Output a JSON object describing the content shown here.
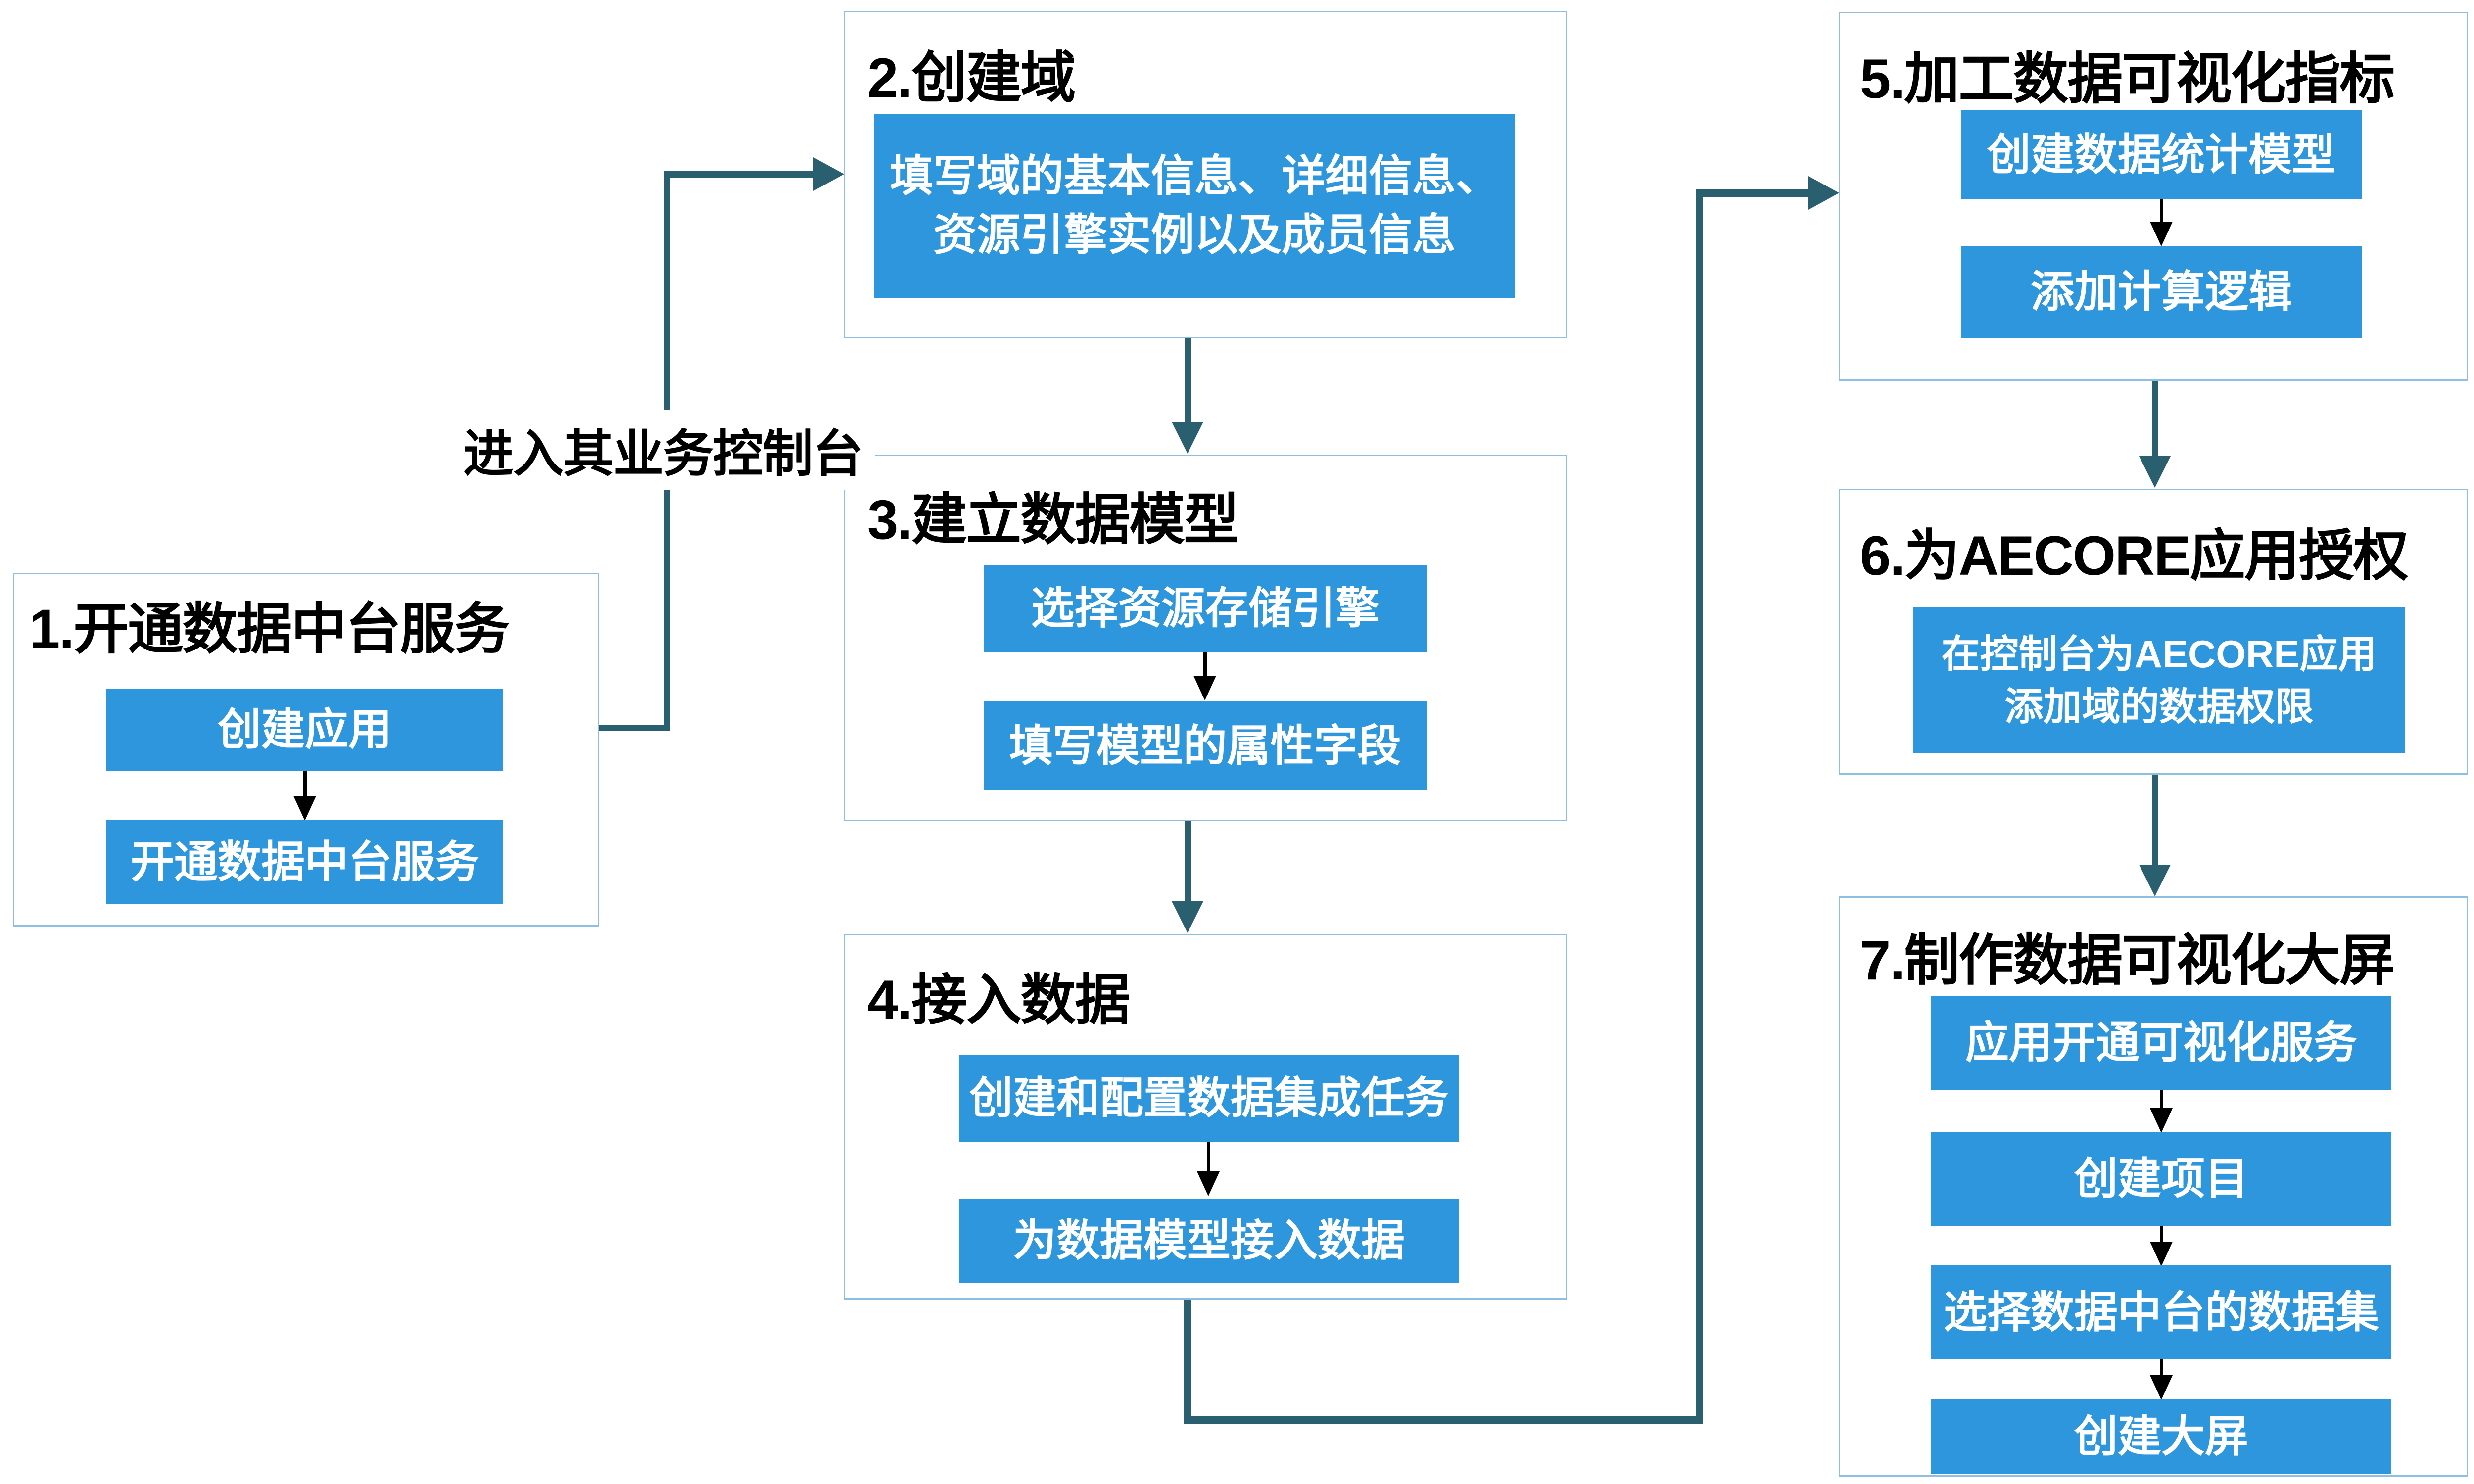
{
  "diagram": {
    "accent_blue": "#2E96DC",
    "teal": "#2A5F6F",
    "container_border": "#8FBEE3"
  },
  "connector": {
    "label": "进入其业务控制台"
  },
  "sections": [
    {
      "title": "1.开通数据中台服务",
      "steps": [
        "创建应用",
        "开通数据中台服务"
      ]
    },
    {
      "title": "2.创建域",
      "steps": [
        "填写域的基本信息、详细信息、\n资源引擎实例以及成员信息"
      ]
    },
    {
      "title": "3.建立数据模型",
      "steps": [
        "选择资源存储引擎",
        "填写模型的属性字段"
      ]
    },
    {
      "title": "4.接入数据",
      "steps": [
        "创建和配置数据集成任务",
        "为数据模型接入数据"
      ]
    },
    {
      "title": "5.加工数据可视化指标",
      "steps": [
        "创建数据统计模型",
        "添加计算逻辑"
      ]
    },
    {
      "title": "6.为AECORE应用授权",
      "steps": [
        "在控制台为AECORE应用\n添加域的数据权限"
      ]
    },
    {
      "title": "7.制作数据可视化大屏",
      "steps": [
        "应用开通可视化服务",
        "创建项目",
        "选择数据中台的数据集",
        "创建大屏"
      ]
    }
  ]
}
